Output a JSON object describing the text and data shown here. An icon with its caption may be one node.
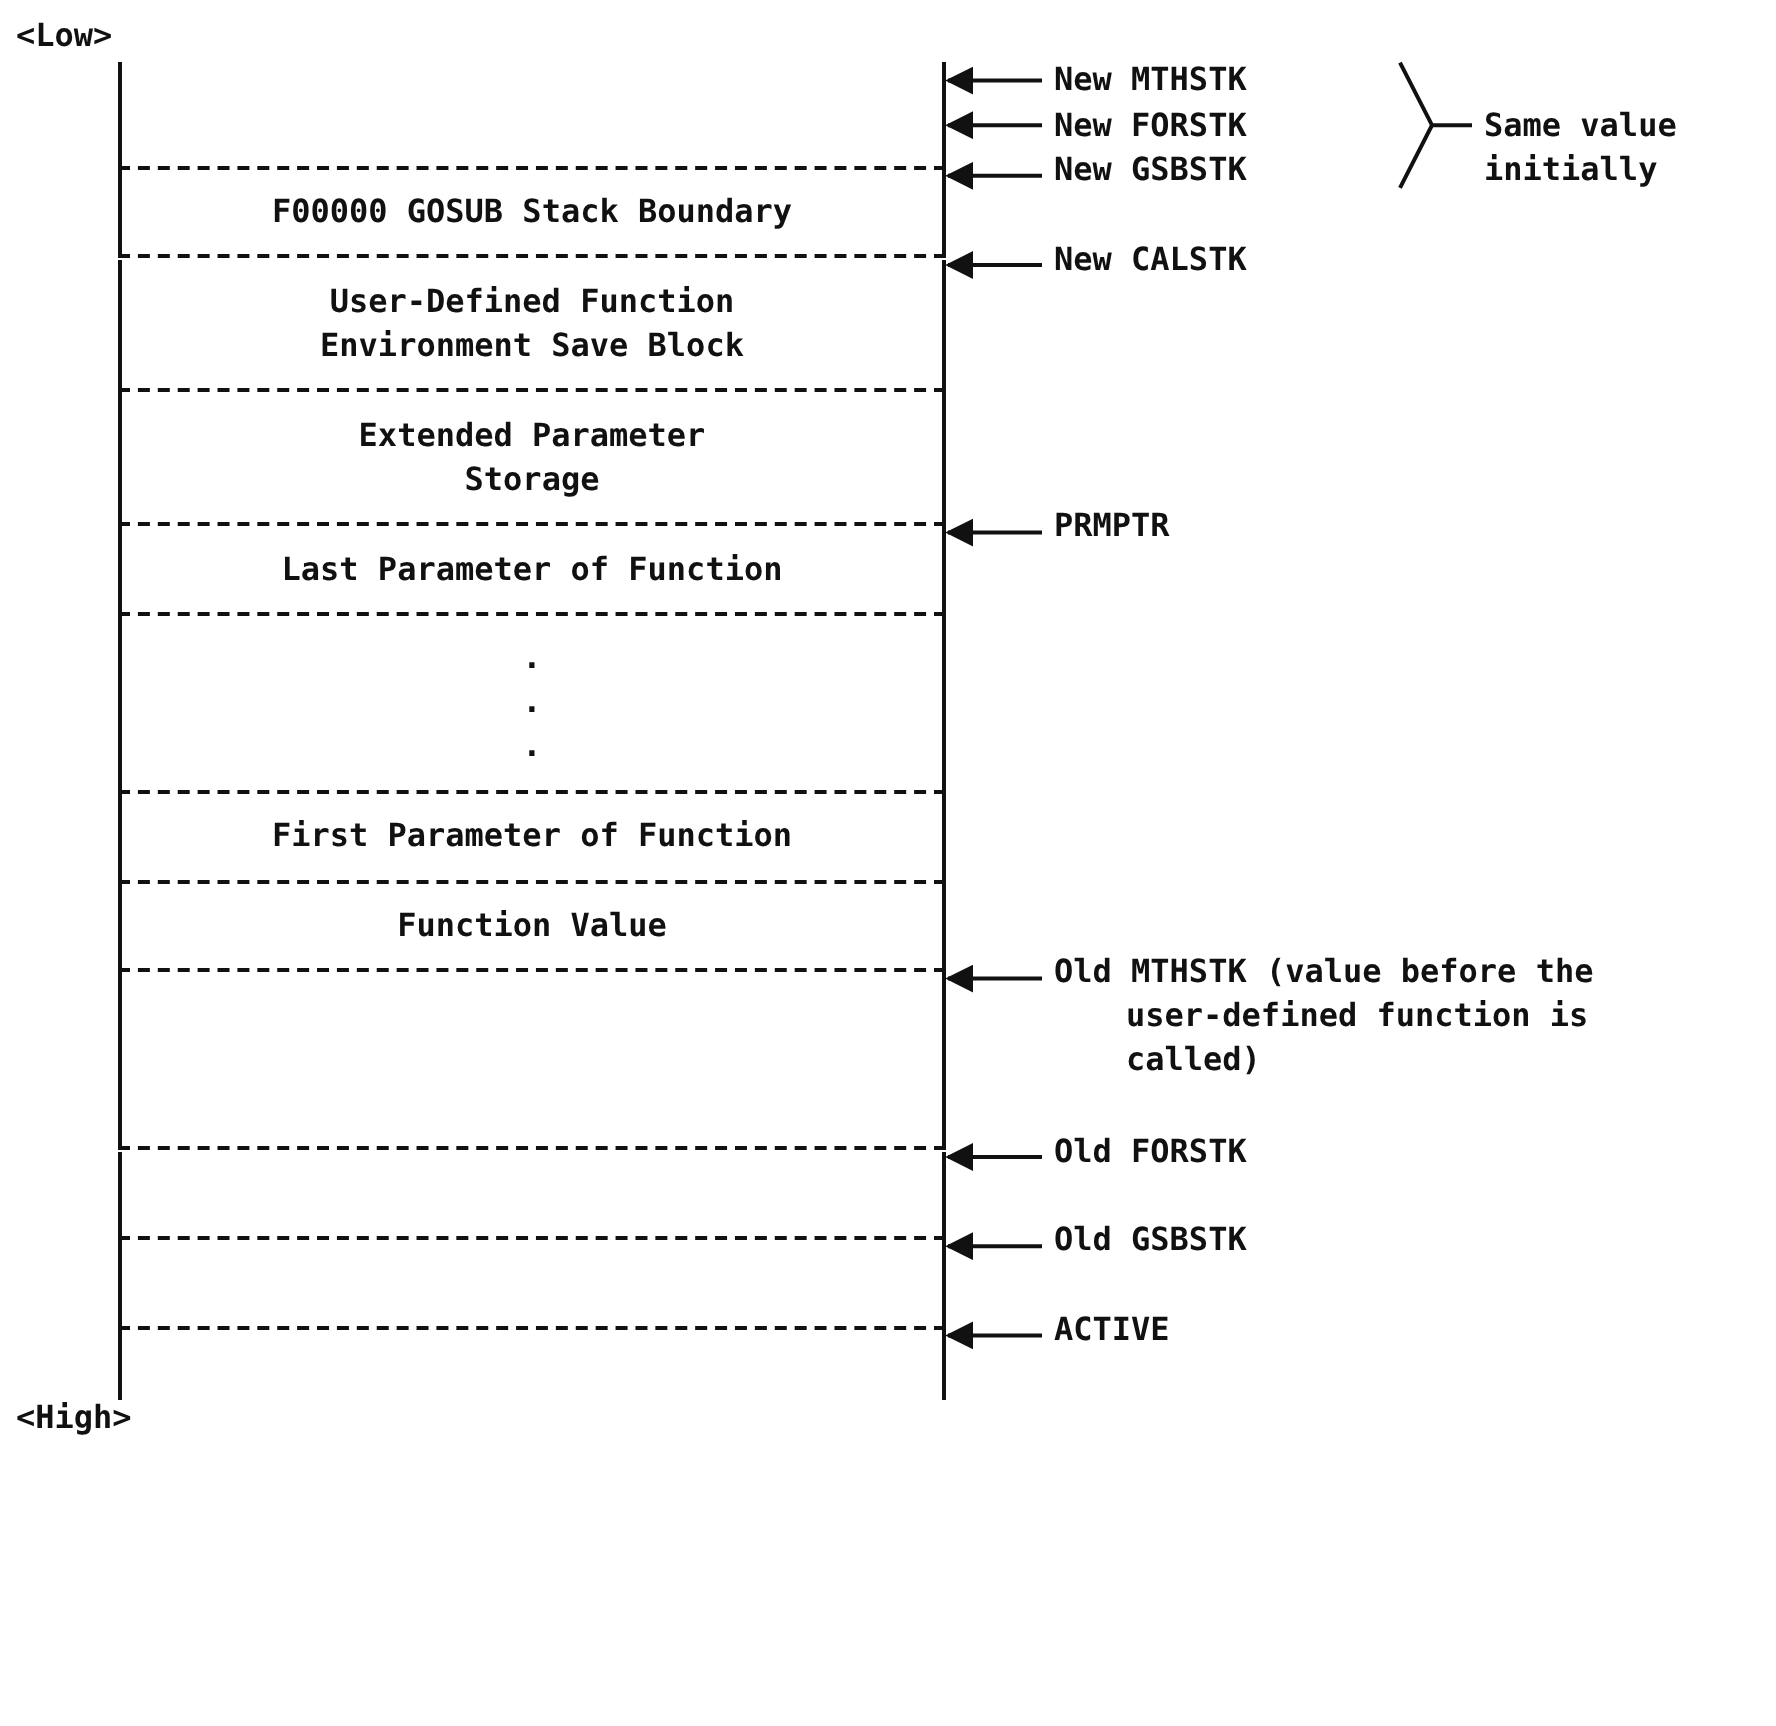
{
  "diagram": {
    "nodes": [
      {
        "text": [],
        "shape": "box"
      },
      {
        "text": [
          "F00000 GOSUB Stack Boundary"
        ]
      },
      {
        "text": [
          "User-Defined Function Environment Save Block"
        ]
      },
      {
        "text": [
          "Extended Parameter Storage"
        ]
      },
      {
        "text": [
          "Last Parameter of Function"
        ]
      },
      {
        "text": [
          ". . ."
        ]
      },
      {
        "text": [
          "First Parameter of Function"
        ]
      },
      {
        "text": [
          "Function Value"
        ]
      },
      {
        "text": [],
        "shape": "box"
      },
      {
        "text": [],
        "shape": "box"
      },
      {
        "text": [],
        "shape": "box"
      },
      {
        "text": [],
        "shape": "box"
      },
      {
        "text": [
          "New MTHSTK"
        ]
      },
      {
        "text": [
          "New FORSTK"
        ]
      },
      {
        "text": [
          "New GSBSTK"
        ]
      },
      {
        "text": [
          "New CALSTK"
        ]
      },
      {
        "text": [
          "PRMPTR"
        ]
      },
      {
        "text": [
          "Old MTHSTK (value before the user-defined function is called)"
        ]
      },
      {
        "text": [
          "Old FORSTK"
        ]
      },
      {
        "text": [
          "Old GSBSTK"
        ]
      },
      {
        "text": [
          "ACTIVE"
        ]
      }
    ],
    "edges": [
      {
        "from": 12,
        "to": 0,
        "arrow": "to"
      },
      {
        "from": 13,
        "to": 0,
        "arrow": "to"
      },
      {
        "from": 14,
        "to": 1,
        "arrow": "to"
      },
      {
        "from": 15,
        "to": 2,
        "arrow": "to"
      },
      {
        "from": 16,
        "to": 4,
        "arrow": "to"
      },
      {
        "from": 17,
        "to": 8,
        "arrow": "to"
      },
      {
        "from": 18,
        "to": 9,
        "arrow": "to"
      },
      {
        "from": 19,
        "to": 10,
        "arrow": "to"
      },
      {
        "from": 20,
        "to": 11,
        "arrow": "to"
      }
    ],
    "labels": [
      "<Low>",
      "Same value initially",
      "<High>"
    ]
  }
}
